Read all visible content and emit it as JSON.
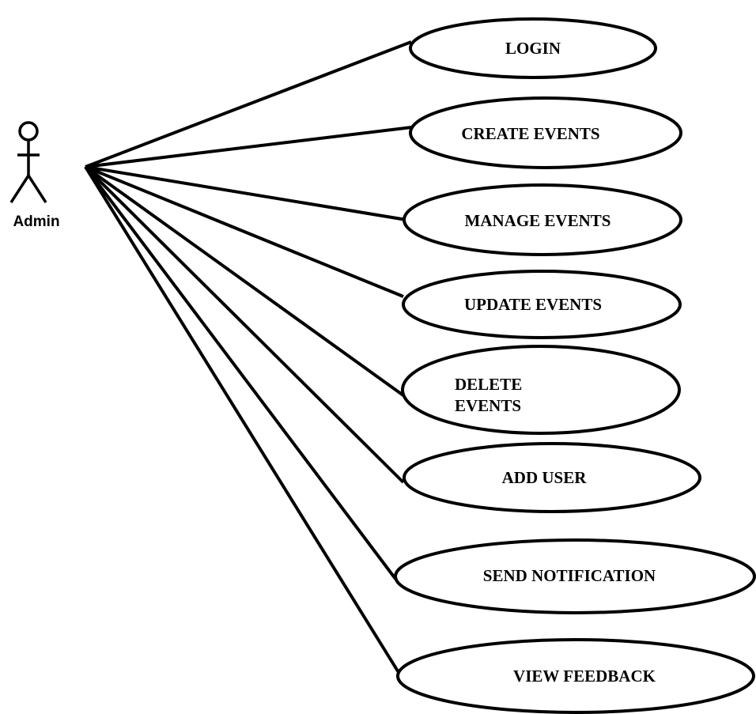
{
  "actor": {
    "name": "Admin"
  },
  "use_cases": [
    {
      "id": "login",
      "lines": [
        "LOGIN"
      ]
    },
    {
      "id": "create-events",
      "lines": [
        "CREATE EVENTS"
      ]
    },
    {
      "id": "manage-events",
      "lines": [
        "MANAGE EVENTS"
      ]
    },
    {
      "id": "update-events",
      "lines": [
        "UPDATE EVENTS"
      ]
    },
    {
      "id": "delete-events",
      "lines": [
        "DELETE",
        "EVENTS"
      ]
    },
    {
      "id": "add-user",
      "lines": [
        "ADD USER"
      ]
    },
    {
      "id": "send-notification",
      "lines": [
        "SEND NOTIFICATION"
      ]
    },
    {
      "id": "view-feedback",
      "lines": [
        "VIEW FEEDBACK"
      ]
    }
  ]
}
